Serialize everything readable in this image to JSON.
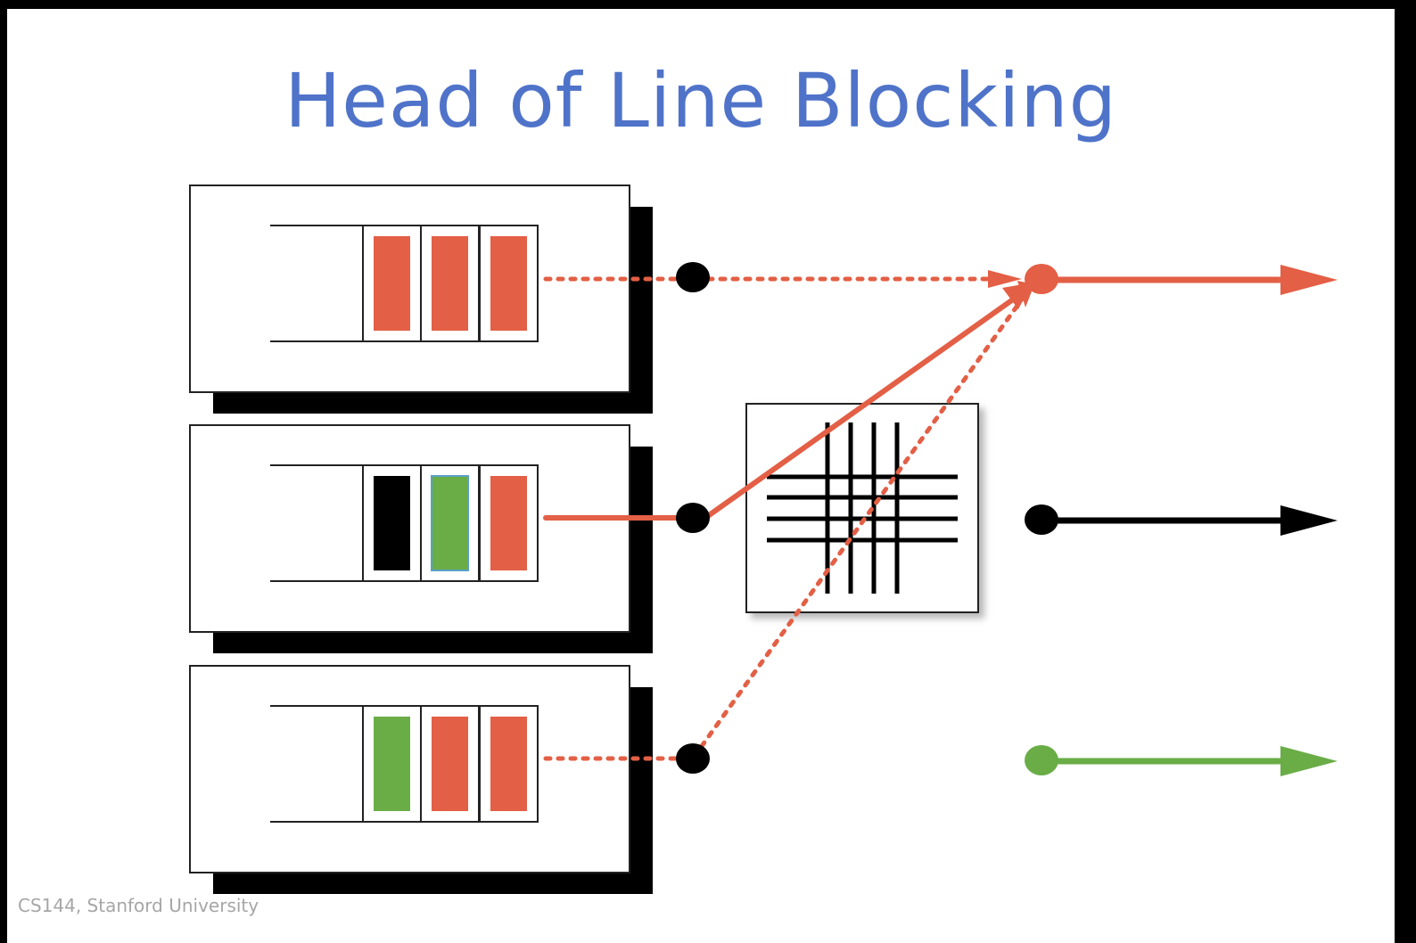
{
  "slide": {
    "title": "Head of Line Blocking",
    "footer": "CS144, Stanford University"
  },
  "colors": {
    "title": "#4f73c9",
    "red": "#e35f45",
    "green": "#6aad47",
    "black": "#000000",
    "green_outline": "#5aa0c8"
  },
  "input_queues": [
    {
      "packets": [
        "red",
        "red",
        "red"
      ],
      "link": "dotted",
      "destination_output": 0
    },
    {
      "packets": [
        "black",
        "green",
        "red"
      ],
      "link": "solid",
      "destination_output": 0
    },
    {
      "packets": [
        "green",
        "red",
        "red"
      ],
      "link": "dotted",
      "destination_output": 0
    }
  ],
  "outputs": [
    {
      "color": "red"
    },
    {
      "color": "black"
    },
    {
      "color": "green"
    }
  ],
  "crossbar": {
    "icon": "crossbar-switch-icon"
  }
}
